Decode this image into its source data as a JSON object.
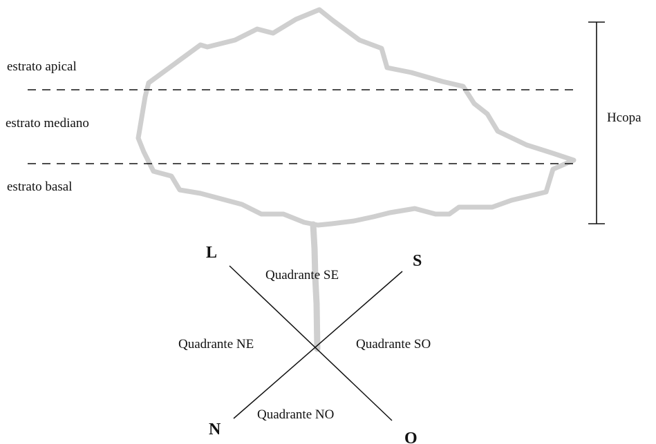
{
  "strata": {
    "apical": "estrato apical",
    "mediano": "estrato mediano",
    "basal": "estrato basal"
  },
  "height_label": "Hcopa",
  "directions": {
    "north": "N",
    "south": "S",
    "east": "L",
    "west": "O"
  },
  "quadrants": {
    "se": "Quadrante SE",
    "ne": "Quadrante NE",
    "so": "Quadrante SO",
    "no": "Quadrante NO"
  },
  "colors": {
    "crown_outline": "#cfcfcf",
    "lines": "#111111"
  }
}
